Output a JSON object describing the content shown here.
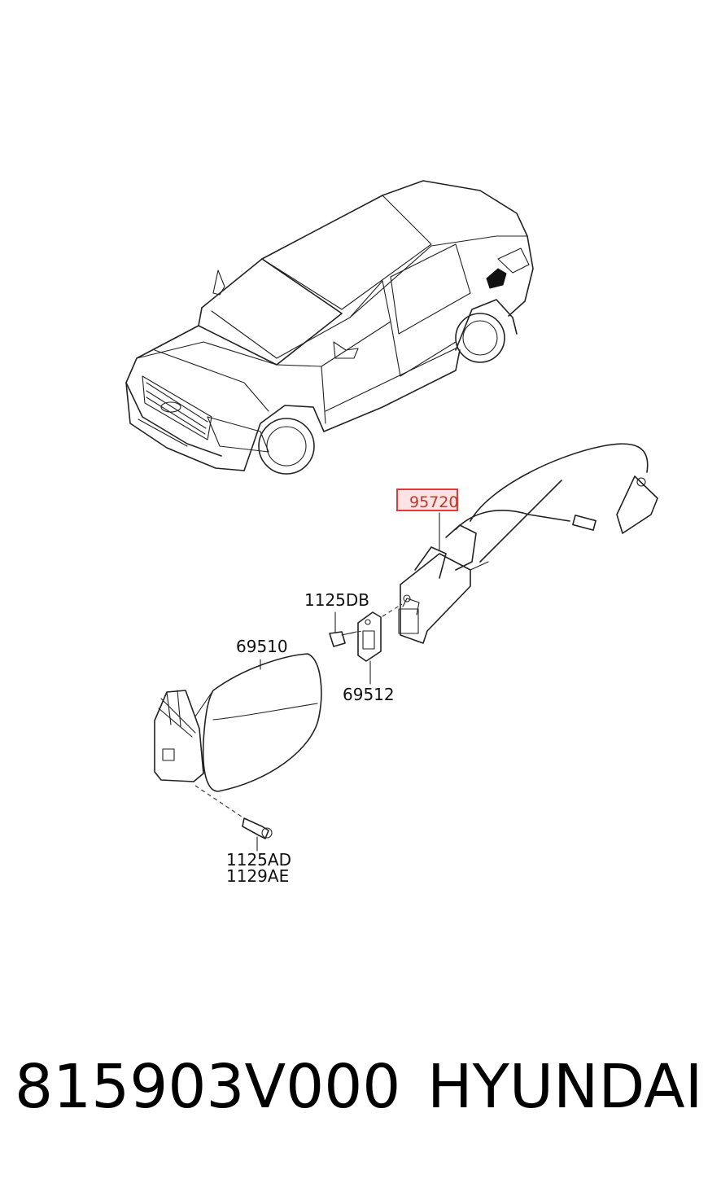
{
  "diagram": {
    "highlight_color": "#e53935",
    "highlight_fill": "#fde3e3",
    "labels": {
      "p95720": "95720",
      "p1125DB": "1125DB",
      "p69510": "69510",
      "p69512": "69512",
      "p1125AD": "1125AD",
      "p1129AE": "1129AE"
    }
  },
  "caption": {
    "part_number": "815903V000",
    "brand": "HYUNDAI"
  }
}
